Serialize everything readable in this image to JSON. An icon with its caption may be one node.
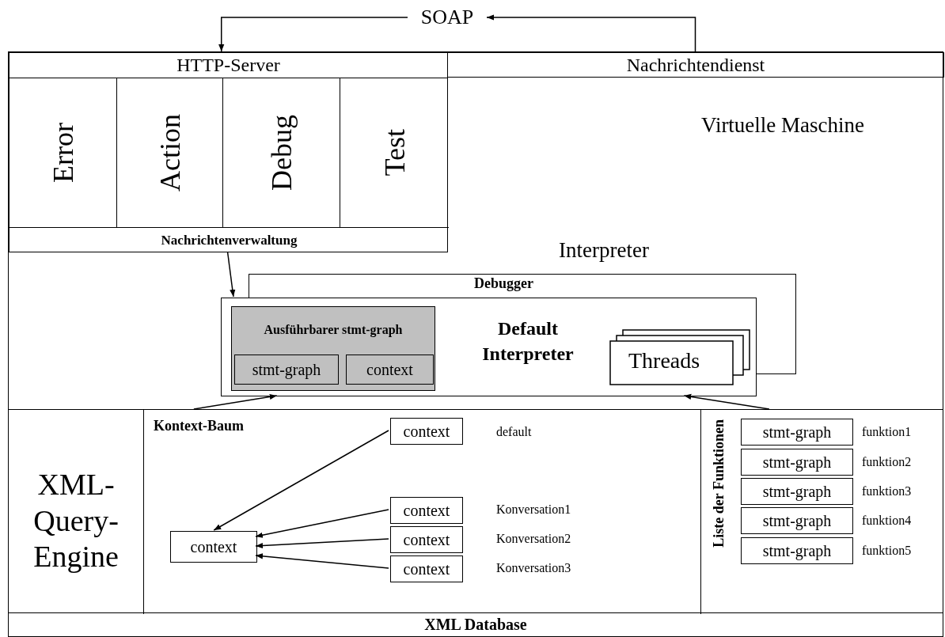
{
  "diagram": {
    "nodes": [
      {
        "text": [
          "SOAP"
        ]
      },
      {
        "text": [
          "HTTP-Server"
        ],
        "in": 8
      },
      {
        "text": [
          "Error"
        ],
        "in": 1
      },
      {
        "text": [
          "Action"
        ],
        "in": 1
      },
      {
        "text": [
          "Debug"
        ],
        "in": 1
      },
      {
        "text": [
          "Test"
        ],
        "in": 1
      },
      {
        "text": [
          "Nachrichtenverwaltung"
        ],
        "in": 1
      },
      {
        "text": [
          "Nachrichtendienst"
        ],
        "in": 8
      },
      {
        "text": [
          "Virtuelle Maschine"
        ]
      },
      {
        "text": [
          "Interpreter",
          "Debugger"
        ],
        "in": 8
      },
      {
        "text": [
          "Default Interpreter"
        ],
        "in": 8
      },
      {
        "text": [
          "Ausführbarer stmt-graph"
        ],
        "in": 10
      },
      {
        "text": [
          "stmt-graph"
        ],
        "in": 11
      },
      {
        "text": [
          "context"
        ],
        "in": 11
      },
      {
        "text": [
          "Threads"
        ],
        "in": 10
      },
      {
        "text": [
          "XML- Query- Engine"
        ]
      },
      {
        "text": [
          "Kontext-Baum"
        ],
        "in": 15
      },
      {
        "text": [
          "context"
        ],
        "in": 16,
        "beside": [
          "default"
        ]
      },
      {
        "text": [
          "context"
        ],
        "in": 16,
        "beside": [
          "Konversation1"
        ]
      },
      {
        "text": [
          "context"
        ],
        "in": 16,
        "beside": [
          "Konversation2"
        ]
      },
      {
        "text": [
          "context"
        ],
        "in": 16,
        "beside": [
          "Konversation3"
        ]
      },
      {
        "text": [
          "context"
        ],
        "in": 16
      },
      {
        "text": [
          "Liste der Funktionen"
        ],
        "in": 15
      },
      {
        "text": [
          "stmt-graph"
        ],
        "in": 22,
        "beside": [
          "funktion1"
        ]
      },
      {
        "text": [
          "stmt-graph"
        ],
        "in": 22,
        "beside": [
          "funktion2"
        ]
      },
      {
        "text": [
          "stmt-graph"
        ],
        "in": 22,
        "beside": [
          "funktion3"
        ]
      },
      {
        "text": [
          "stmt-graph"
        ],
        "in": 22,
        "beside": [
          "funktion4"
        ]
      },
      {
        "text": [
          "stmt-graph"
        ],
        "in": 22,
        "beside": [
          "funktion5"
        ]
      },
      {
        "text": [
          "XML Database"
        ]
      }
    ],
    "edges": [
      {
        "from": 7,
        "to": 0,
        "arrow": "to"
      },
      {
        "from": 0,
        "to": 1,
        "arrow": "to"
      },
      {
        "from": 6,
        "to": 10,
        "arrow": "to"
      },
      {
        "from": 16,
        "to": 10,
        "arrow": "to"
      },
      {
        "from": 22,
        "to": 10,
        "arrow": "to"
      },
      {
        "from": 17,
        "to": 21,
        "arrow": "to"
      },
      {
        "from": 18,
        "to": 21,
        "arrow": "to"
      },
      {
        "from": 19,
        "to": 21,
        "arrow": "to"
      },
      {
        "from": 20,
        "to": 21,
        "arrow": "to"
      }
    ]
  }
}
